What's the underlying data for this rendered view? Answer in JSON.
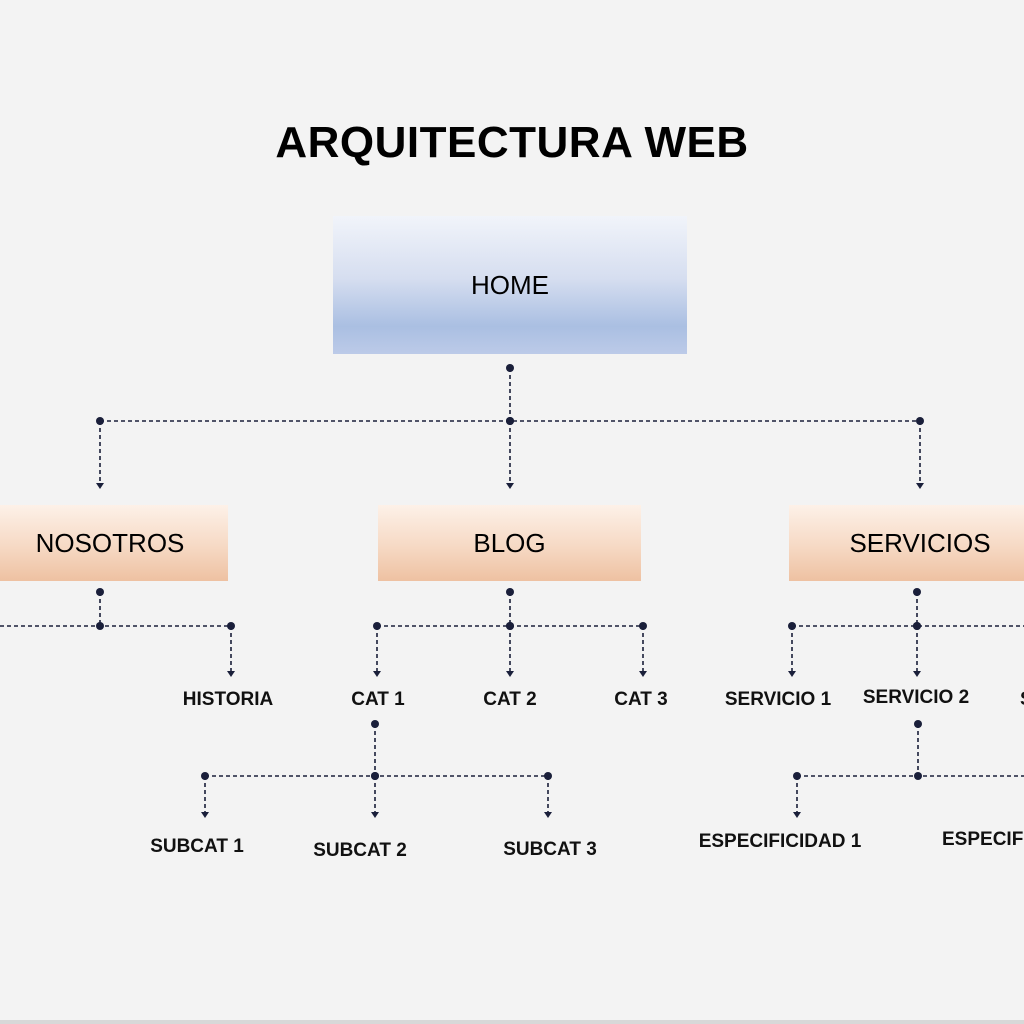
{
  "title": "ARQUITECTURA WEB",
  "home": "HOME",
  "sections": [
    {
      "label": "NOSOTROS",
      "children": [
        "HISTORIA"
      ]
    },
    {
      "label": "BLOG",
      "children": [
        "CAT 1",
        "CAT 2",
        "CAT 3"
      ],
      "subchildren": [
        "SUBCAT 1",
        "SUBCAT 2",
        "SUBCAT 3"
      ]
    },
    {
      "label": "SERVICIOS",
      "children": [
        "SERVICIO 1",
        "SERVICIO 2",
        "S"
      ],
      "subchildren": [
        "ESPECIFICIDAD 1",
        "ESPECIFI"
      ]
    }
  ],
  "colors": {
    "connector": "#1a1f3a",
    "home_box": "#aabfe2",
    "section_box": "#eec1a2"
  }
}
